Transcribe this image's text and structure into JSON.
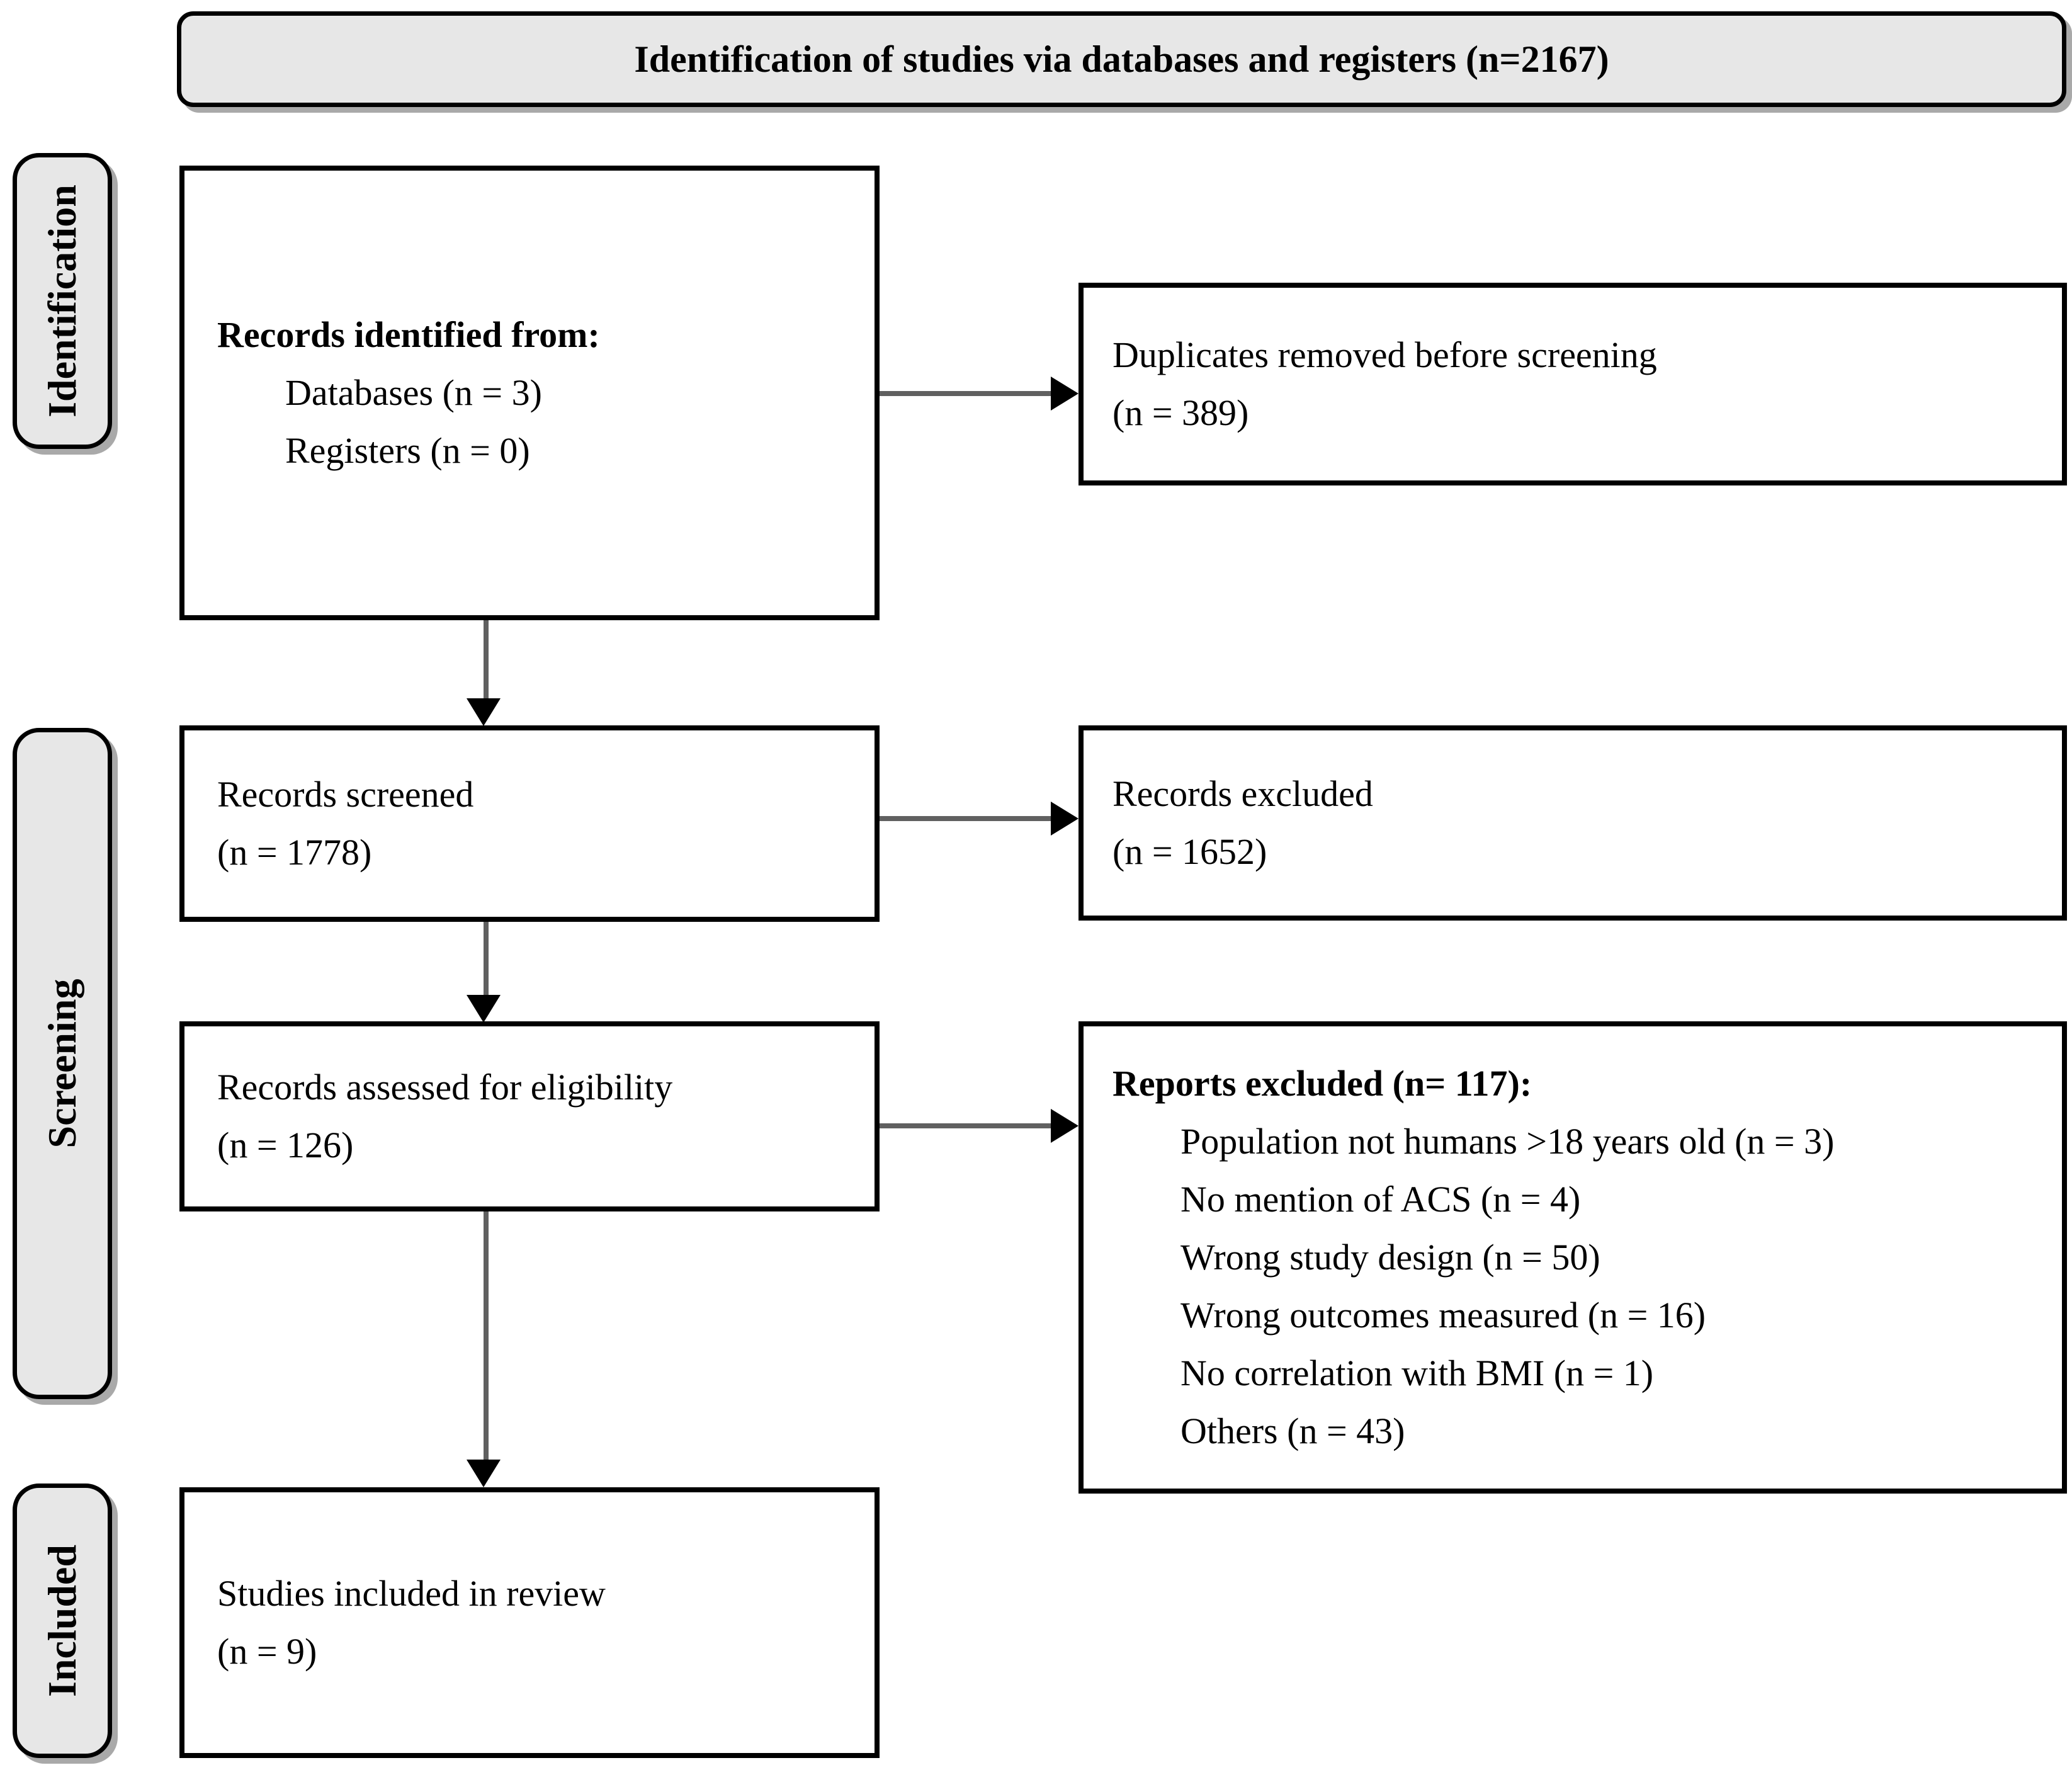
{
  "figure": {
    "header": "Identification of studies via databases and registers (n=2167)"
  },
  "stages": {
    "identification": "Identification",
    "screening": "Screening",
    "included": "Included"
  },
  "boxes": {
    "records_identified": {
      "title": "Records identified from:",
      "items": [
        "Databases (n = 3)",
        "Registers (n = 0)"
      ]
    },
    "duplicates_removed": {
      "lines": [
        "Duplicates removed before screening",
        "(n = 389)"
      ]
    },
    "records_screened": {
      "lines": [
        "Records screened",
        "(n = 1778)"
      ]
    },
    "records_excluded": {
      "lines": [
        "Records excluded",
        "(n = 1652)"
      ]
    },
    "records_assessed": {
      "lines": [
        "Records assessed for eligibility",
        "(n = 126)"
      ]
    },
    "reports_excluded": {
      "title": "Reports excluded (n= 117):",
      "items": [
        "Population not humans >18 years old (n = 3)",
        "No mention of ACS (n = 4)",
        "Wrong study design (n = 50)",
        "Wrong outcomes measured (n = 16)",
        "No correlation with BMI (n = 1)",
        "Others (n = 43)"
      ]
    },
    "studies_included": {
      "lines": [
        "Studies included in review",
        "(n = 9)"
      ]
    }
  },
  "colors": {
    "background": "#ffffff",
    "box_fill": "#ffffff",
    "shaded_fill": "#e7e7e7",
    "border": "#000000",
    "arrow_line": "#606060",
    "arrow_head": "#000000",
    "shadow": "#a9a9a9"
  }
}
